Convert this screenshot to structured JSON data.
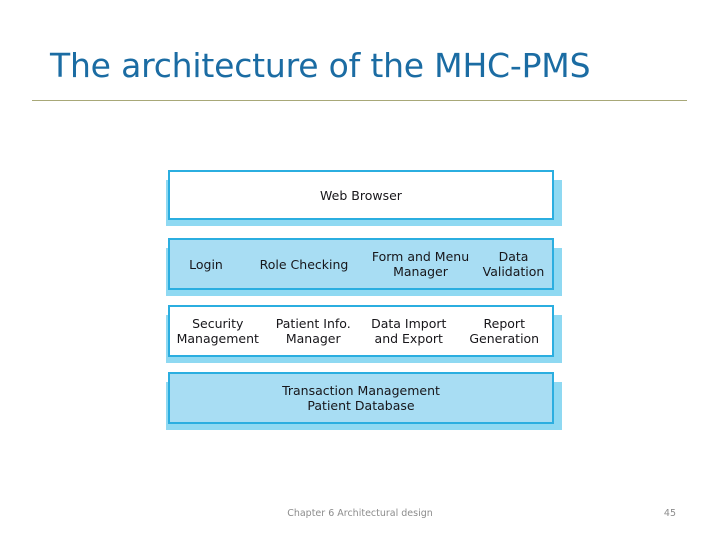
{
  "slide": {
    "title": "The architecture of the MHC-PMS",
    "footer_note": "Chapter 6 Architectural design",
    "page_number": "45"
  },
  "colors": {
    "title_blue": "#1B6CA3",
    "divider_olive": "#A8A878",
    "box_border_blue": "#2BAEE0",
    "box_fill_light_blue": "#A8DDF3",
    "box_fill_white": "#FFFFFF",
    "box_shadow_blue": "#8FD9F2",
    "footer_gray": "#8C8C8C"
  },
  "diagram": {
    "name": "layered-architecture",
    "layers": [
      {
        "id": "presentation",
        "fill": "white",
        "cells": [
          {
            "lines": [
              "Web Browser"
            ]
          }
        ]
      },
      {
        "id": "ui",
        "fill": "blue",
        "cells": [
          {
            "lines": [
              "Login"
            ]
          },
          {
            "lines": [
              "Role Checking"
            ]
          },
          {
            "lines": [
              "Form and Menu",
              "Manager"
            ]
          },
          {
            "lines": [
              "Data",
              "Validation"
            ]
          }
        ]
      },
      {
        "id": "services",
        "fill": "white",
        "cells": [
          {
            "lines": [
              "Security",
              "Management"
            ]
          },
          {
            "lines": [
              "Patient Info.",
              "Manager"
            ]
          },
          {
            "lines": [
              "Data Import",
              "and Export"
            ]
          },
          {
            "lines": [
              "Report",
              "Generation"
            ]
          }
        ]
      },
      {
        "id": "data",
        "fill": "blue",
        "cells": [
          {
            "lines": [
              "Transaction Management",
              "Patient Database"
            ]
          }
        ]
      }
    ]
  }
}
